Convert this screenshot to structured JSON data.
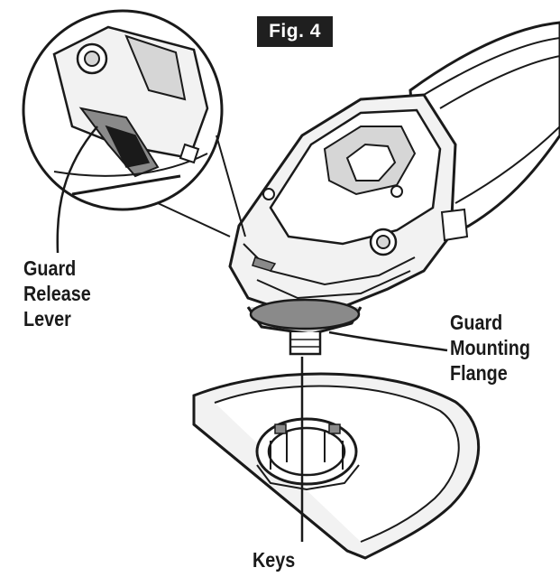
{
  "figure_label": "Fig. 4",
  "callouts": {
    "guard_release_lever": [
      "Guard",
      "Release",
      "Lever"
    ],
    "guard_mounting_flange": [
      "Guard",
      "Mounting",
      "Flange"
    ],
    "keys": "Keys"
  },
  "colors": {
    "line": "#1a1a1a",
    "fill_light": "#f2f2f2",
    "fill_mid": "#d6d6d6",
    "fill_dark": "#8a8a8a",
    "badge_bg": "#1f1f1f"
  }
}
